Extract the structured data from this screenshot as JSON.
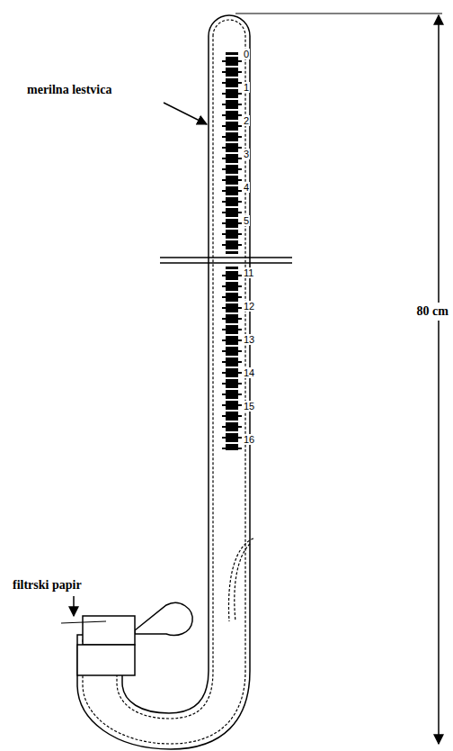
{
  "diagram": {
    "labels": [
      "merilna lestvica",
      "filtrski papir",
      "80 cm",
      "0",
      "1",
      "2",
      "3",
      "4",
      "5",
      "11",
      "12",
      "13",
      "14",
      "15",
      "16"
    ]
  }
}
